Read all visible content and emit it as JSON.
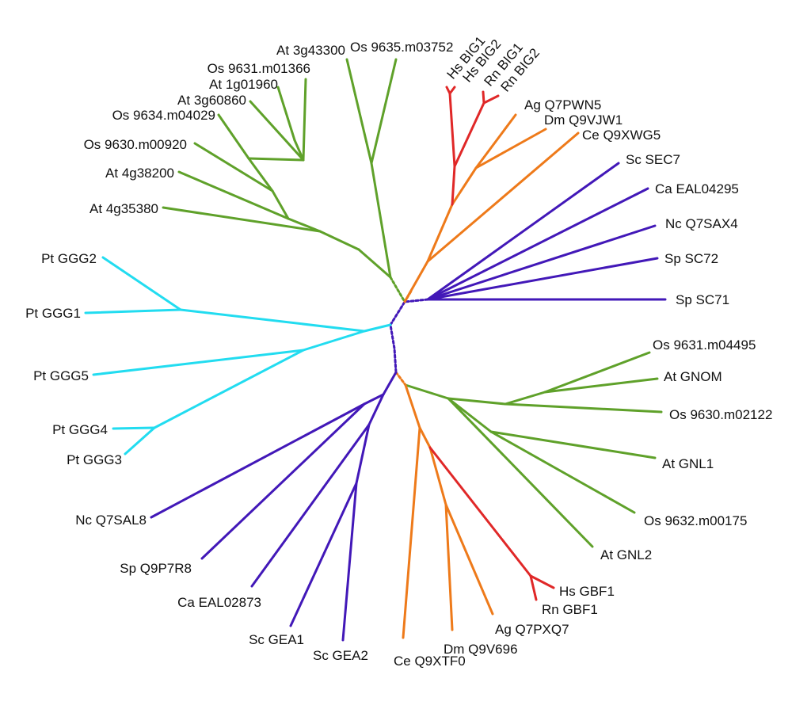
{
  "colors": {
    "plant": "#5fa12a",
    "metazoa": "#ee7a1a",
    "vertebrate": "#e02828",
    "fungi": "#4218b8",
    "ciliate": "#22dcf0"
  },
  "leaves": {
    "at_3g43300": "At 3g43300",
    "os_9635_m03752": "Os 9635.m03752",
    "os_9631_m01366": "Os 9631.m01366",
    "at_1g01960": "At 1g01960",
    "at_3g60860": "At 3g60860",
    "os_9634_m04029": "Os 9634.m04029",
    "os_9630_m00920": "Os 9630.m00920",
    "at_4g38200": "At 4g38200",
    "at_4g35380": "At 4g35380",
    "hs_big1": "Hs BIG1",
    "hs_big2": "Hs BIG2",
    "rn_big1": "Rn BIG1",
    "rn_big2": "Rn BIG2",
    "ag_q7pwn5": "Ag Q7PWN5",
    "dm_q9vjw1": "Dm Q9VJW1",
    "ce_q9xwg5": "Ce Q9XWG5",
    "sc_sec7": "Sc SEC7",
    "ca_eal04295": "Ca EAL04295",
    "nc_q7sax4": "Nc Q7SAX4",
    "sp_sc72": "Sp SC72",
    "sp_sc71": "Sp SC71",
    "pt_ggg2": "Pt GGG2",
    "pt_ggg1": "Pt GGG1",
    "pt_ggg5": "Pt GGG5",
    "pt_ggg4": "Pt GGG4",
    "pt_ggg3": "Pt GGG3",
    "os_9631_m04495": "Os 9631.m04495",
    "at_gnom": "At GNOM",
    "os_9630_m02122": "Os 9630.m02122",
    "at_gnl1": "At GNL1",
    "os_9632_m00175": "Os 9632.m00175",
    "at_gnl2": "At GNL2",
    "hs_gbf1": "Hs GBF1",
    "rn_gbf1": "Rn GBF1",
    "ag_q7pxq7": "Ag Q7PXQ7",
    "dm_q9v696": "Dm Q9V696",
    "ce_q9xtf0": "Ce Q9XTF0",
    "nc_q7sal8": "Nc Q7SAL8",
    "sp_q9p7r8": "Sp Q9P7R8",
    "ca_eal02873": "Ca EAL02873",
    "sc_gea1": "Sc GEA1",
    "sc_gea2": "Sc GEA2"
  }
}
